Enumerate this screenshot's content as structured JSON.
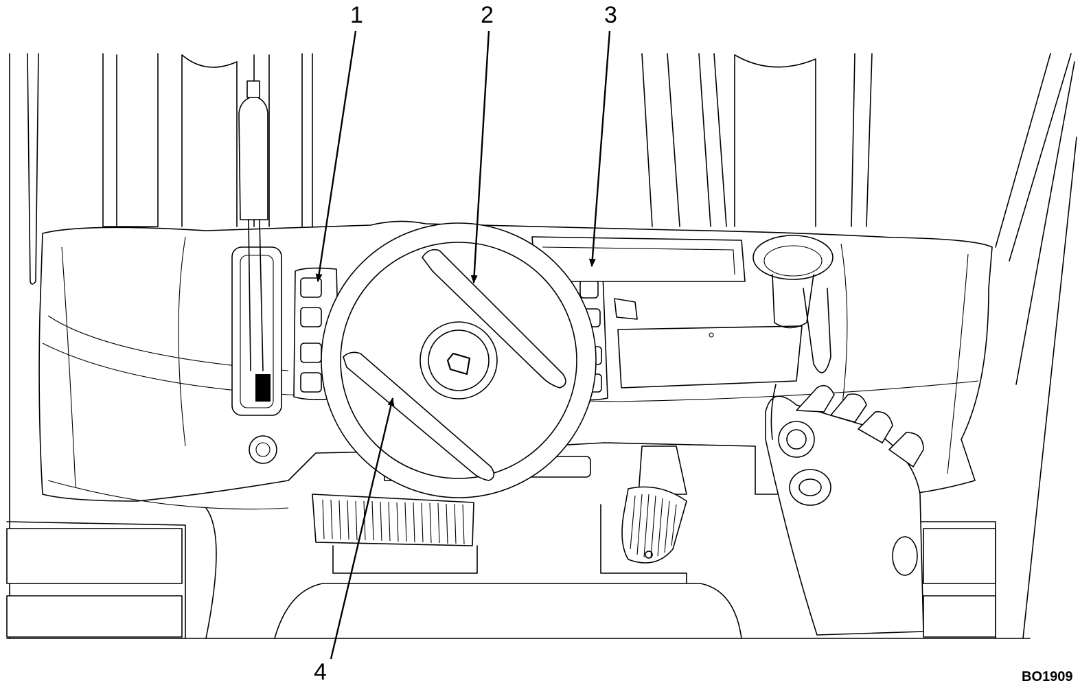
{
  "callouts": [
    {
      "label": "1"
    },
    {
      "label": "2"
    },
    {
      "label": "3"
    },
    {
      "label": "4"
    }
  ],
  "drawing_code": "BO1909"
}
